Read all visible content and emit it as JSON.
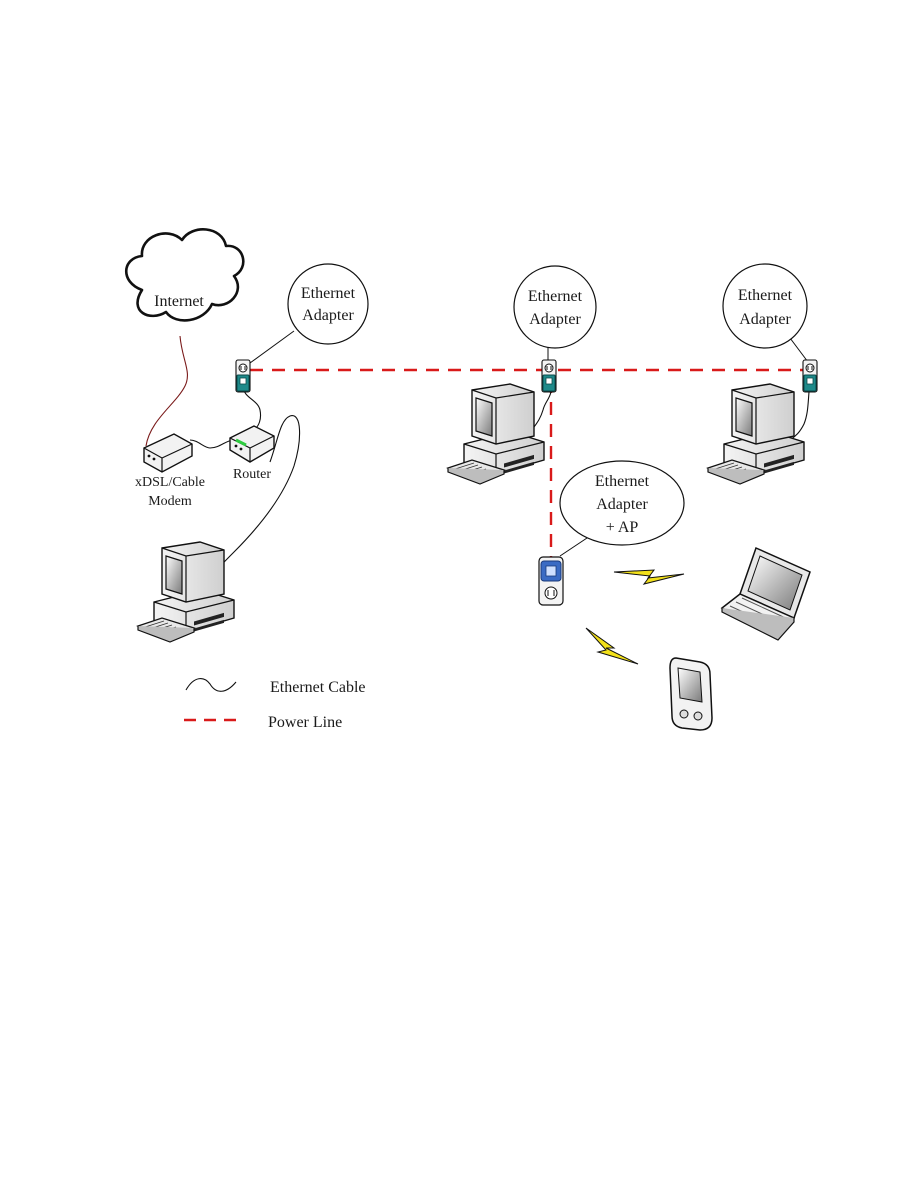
{
  "cloud": {
    "label": "Internet"
  },
  "bubbles": {
    "adapter_1": {
      "line1": "Ethernet",
      "line2": "Adapter"
    },
    "adapter_2": {
      "line1": "Ethernet",
      "line2": "Adapter"
    },
    "adapter_3": {
      "line1": "Ethernet",
      "line2": "Adapter"
    },
    "adapter_ap": {
      "line1": "Ethernet",
      "line2": "Adapter",
      "line3": "+ AP"
    }
  },
  "devices": {
    "modem": {
      "line1": "xDSL/Cable",
      "line2": "Modem"
    },
    "router": {
      "label": "Router"
    }
  },
  "legend": {
    "ethernet_cable": "Ethernet Cable",
    "power_line": "Power Line"
  },
  "colors": {
    "power_line": "#d91a1a",
    "adapter_teal": "#1e8a8a",
    "ap_blue": "#3a6bc4",
    "bolt": "#f2e01a",
    "router_led": "#2ecc40"
  }
}
